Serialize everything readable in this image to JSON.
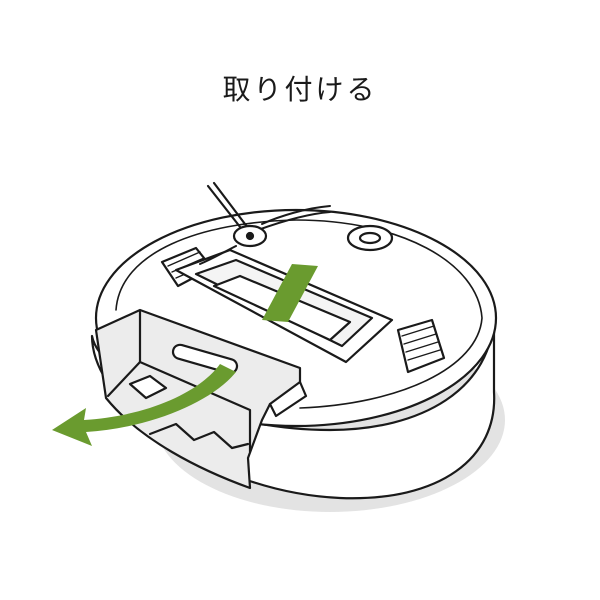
{
  "title": "取り付ける",
  "colors": {
    "arrow": "#6a9b2f",
    "outline": "#1a1a1a",
    "body": "#ffffff",
    "panel": "#ececec",
    "shadow": "#e3e3e3"
  },
  "illustration": {
    "subject": "robot-vacuum-underside",
    "action": "remove-brush-frame"
  }
}
